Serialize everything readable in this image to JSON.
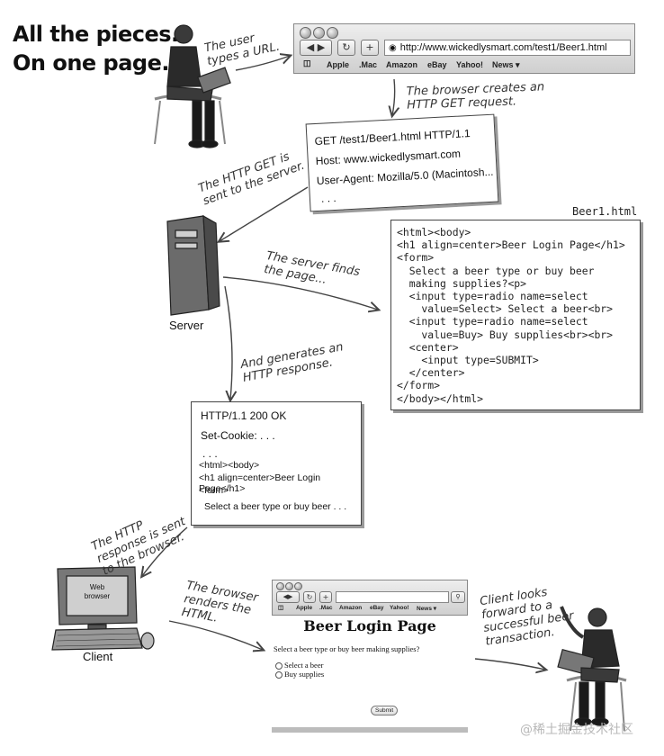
{
  "title": {
    "line1": "All the pieces.",
    "line2": "On one page."
  },
  "notes": {
    "user_types": [
      "The user",
      "types a URL."
    ],
    "browser_creates": [
      "The browser creates an",
      "HTTP GET request."
    ],
    "get_sent": [
      "The HTTP GET is",
      "sent to the server."
    ],
    "server_finds": [
      "The server finds",
      "the page..."
    ],
    "generates": [
      "And generates an",
      "HTTP response."
    ],
    "response_sent": [
      "The HTTP",
      "response is sent",
      "to the browser."
    ],
    "renders": [
      "The browser",
      "renders the",
      "HTML."
    ],
    "client_looks": [
      "Client looks",
      "forward to a",
      "successful beer",
      "transaction."
    ]
  },
  "top_browser": {
    "url": "http://www.wickedlysmart.com/test1/Beer1.html",
    "bookmarks": [
      "Apple",
      ".Mac",
      "Amazon",
      "eBay",
      "Yahoo!",
      "News ▾"
    ]
  },
  "request": {
    "lines": [
      "GET /test1/Beer1.html HTTP/1.1",
      "Host: www.wickedlysmart.com",
      "User-Agent: Mozilla/5.0 (Macintosh...",
      ". . ."
    ]
  },
  "server_label": "Server",
  "html_file": {
    "filename": "Beer1.html",
    "code": "<html><body>\n<h1 align=center>Beer Login Page</h1>\n<form>\n  Select a beer type or buy beer\n  making supplies?<p>\n  <input type=radio name=select\n    value=Select> Select a beer<br>\n  <input type=radio name=select\n    value=Buy> Buy supplies<br><br>\n  <center>\n    <input type=SUBMIT>\n  </center>\n</form>\n</body></html>"
  },
  "response": {
    "lines": [
      "HTTP/1.1 200 OK",
      "Set-Cookie: . . .",
      ". . .",
      "<html><body>",
      "<h1 align=center>Beer Login Page</h1>",
      "<form>",
      "Select a beer type or buy beer . . ."
    ]
  },
  "client": {
    "label": "Client",
    "screen_text": [
      "Web",
      "browser"
    ]
  },
  "bottom_browser": {
    "bookmarks": [
      "Apple",
      ".Mac",
      "Amazon",
      "eBay",
      "Yahoo!",
      "News ▾"
    ],
    "page_heading": "Beer Login Page",
    "question": "Select a beer type or buy beer making supplies?",
    "options": [
      "Select a beer",
      "Buy supplies"
    ],
    "submit": "Submit"
  },
  "watermark": "@稀土掘金技术社区"
}
